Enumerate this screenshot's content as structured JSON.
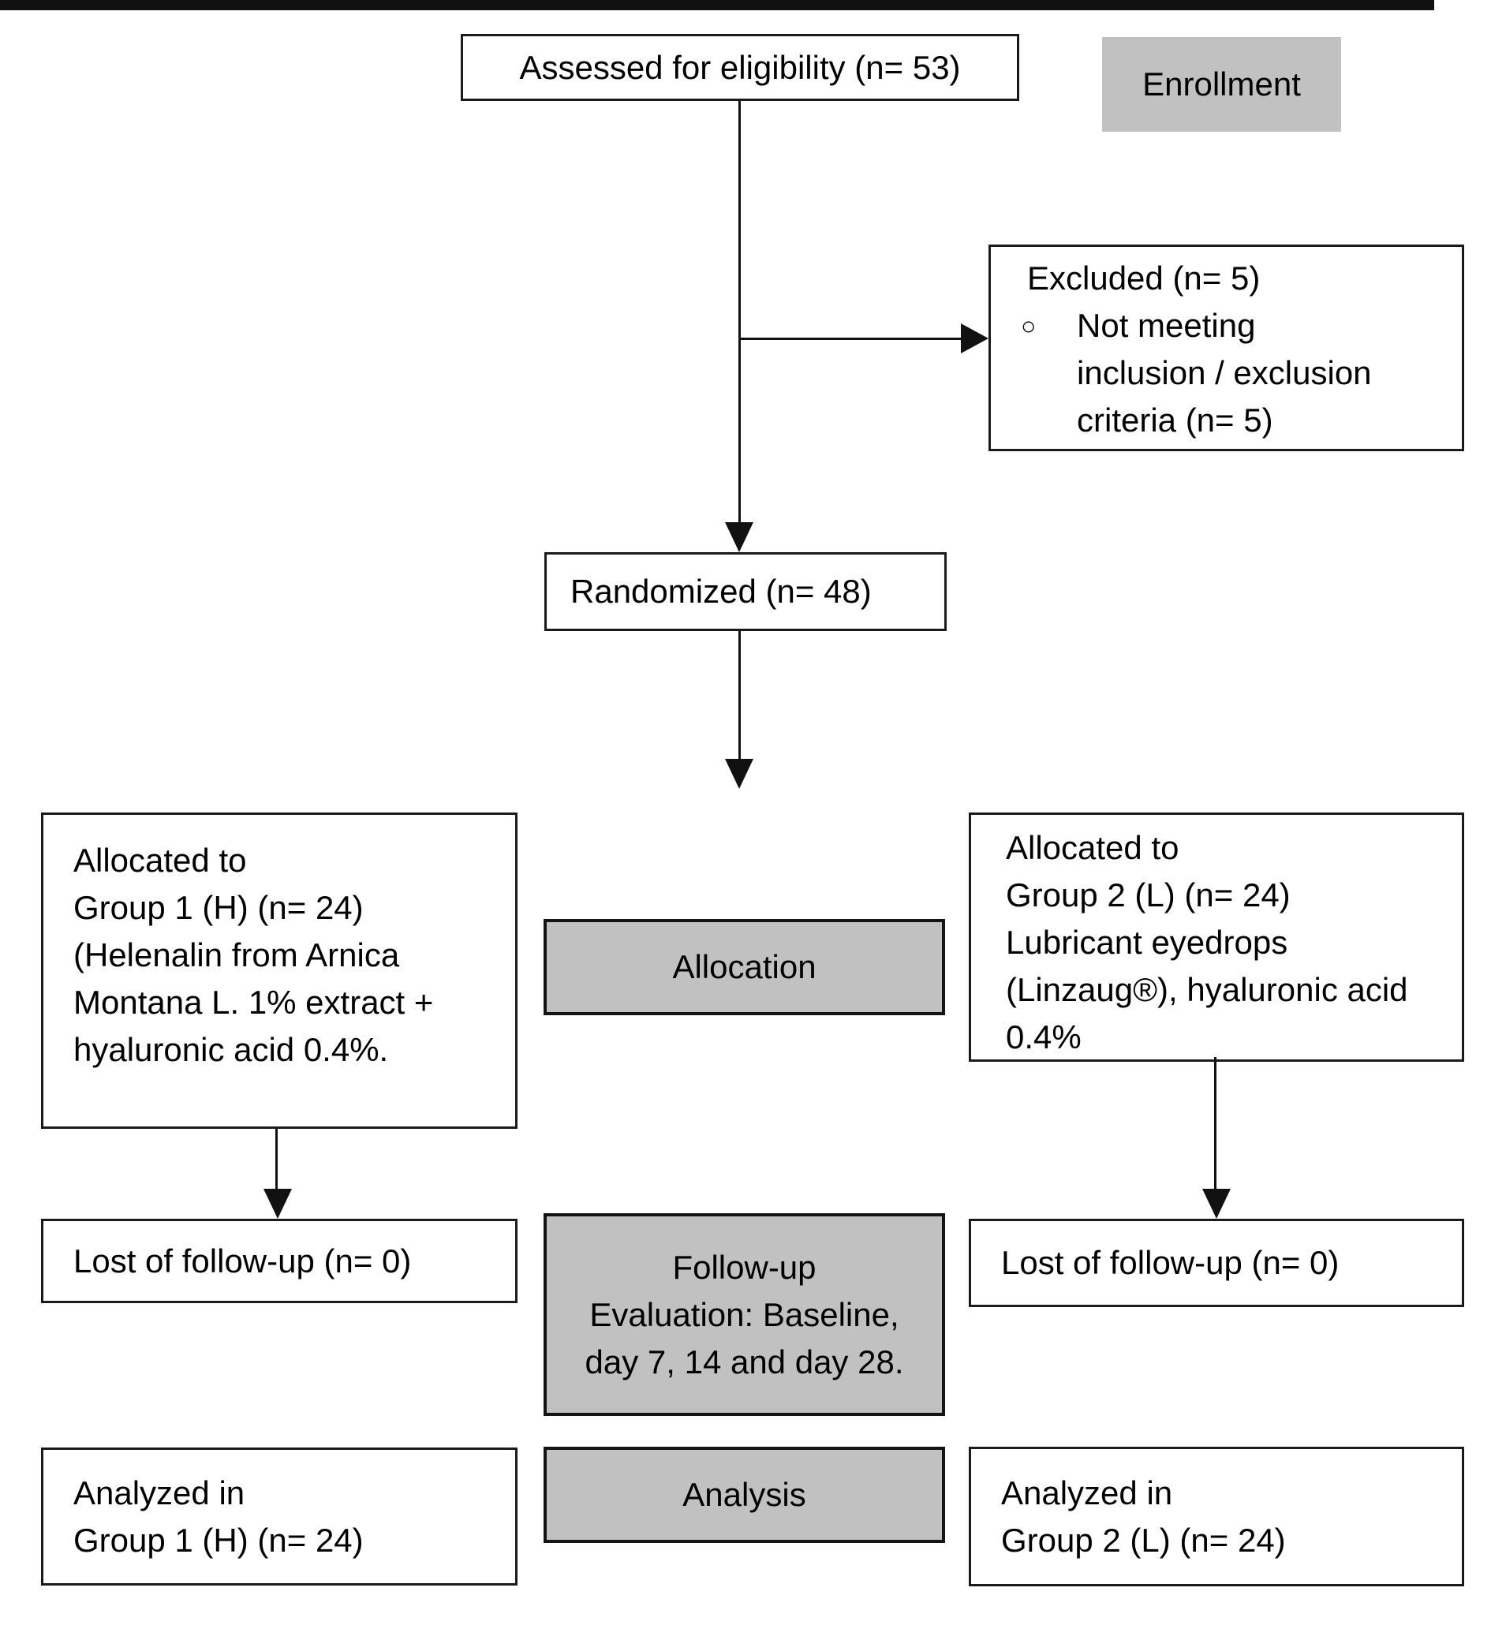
{
  "colors": {
    "background": "#ffffff",
    "box_fill": "#ffffff",
    "stage_label_fill": "#c1c1c1",
    "border": "#1a1a1a"
  },
  "enrollment_stage": {
    "stage_label": "Enrollment",
    "assessed": "Assessed for eligibility (n= 53)",
    "excluded_title": "Excluded (n= 5)",
    "excluded_bullet_marker": "○",
    "excluded_bullet_text": "Not meeting\ninclusion / exclusion\ncriteria (n= 5)",
    "randomized": "Randomized (n= 48)"
  },
  "allocation_stage": {
    "stage_label": "Allocation",
    "group1": "Allocated to\nGroup 1 (H) (n= 24)\n(Helenalin from Arnica\nMontana L. 1% extract +\nhyaluronic acid 0.4%.",
    "group2": "Allocated to\nGroup 2 (L) (n= 24)\nLubricant eyedrops\n(Linzaug®), hyaluronic acid\n0.4%"
  },
  "followup_stage": {
    "stage_label": "Follow-up\nEvaluation: Baseline,\nday 7, 14 and day 28.",
    "lost_group1": "Lost of follow-up (n= 0)",
    "lost_group2": "Lost of follow-up (n= 0)"
  },
  "analysis_stage": {
    "stage_label": "Analysis",
    "analyzed_group1": "Analyzed in\nGroup 1 (H) (n= 24)",
    "analyzed_group2": "Analyzed in\nGroup 2 (L) (n= 24)"
  }
}
